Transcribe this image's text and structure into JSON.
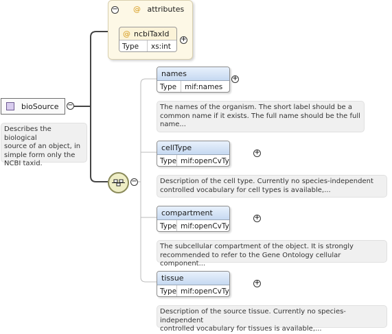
{
  "root": {
    "name": "bioSource",
    "doc": [
      "Describes the biological",
      "source of an object, in",
      "simple form only the",
      "NCBI taxid."
    ]
  },
  "attributes": {
    "title": "attributes",
    "at_symbol": "@",
    "items": [
      {
        "name": "ncbiTaxId",
        "type_key": "Type",
        "type_value": "xs:int"
      }
    ]
  },
  "toggles": {
    "collapse": "−",
    "expand": "+"
  },
  "children": [
    {
      "name": "names",
      "type_key": "Type",
      "type_value": "mif:names",
      "doc": [
        "The names of the organism. The short label should be a",
        "common name if it exists. The full name should be the full",
        "name..."
      ]
    },
    {
      "name": "cellType",
      "type_key": "Type",
      "type_value": "mif:openCvType",
      "doc": [
        "Description of the cell type. Currently no species-independent",
        "controlled vocabulary for cell types is available,..."
      ]
    },
    {
      "name": "compartment",
      "type_key": "Type",
      "type_value": "mif:openCvType",
      "doc": [
        "The subcellular compartment of the object. It is strongly",
        "recommended to refer to the Gene Ontology cellular component..."
      ]
    },
    {
      "name": "tissue",
      "type_key": "Type",
      "type_value": "mif:openCvType",
      "doc": [
        "Description of the source tissue. Currently no species-independent",
        "controlled vocabulary for tissues is available,..."
      ]
    }
  ],
  "colors": {
    "element_header": "#c6d9f1",
    "attribute_panel": "#fdf8e6",
    "attribute_symbol": "#d69a1a",
    "compositor": "#efeec6"
  }
}
